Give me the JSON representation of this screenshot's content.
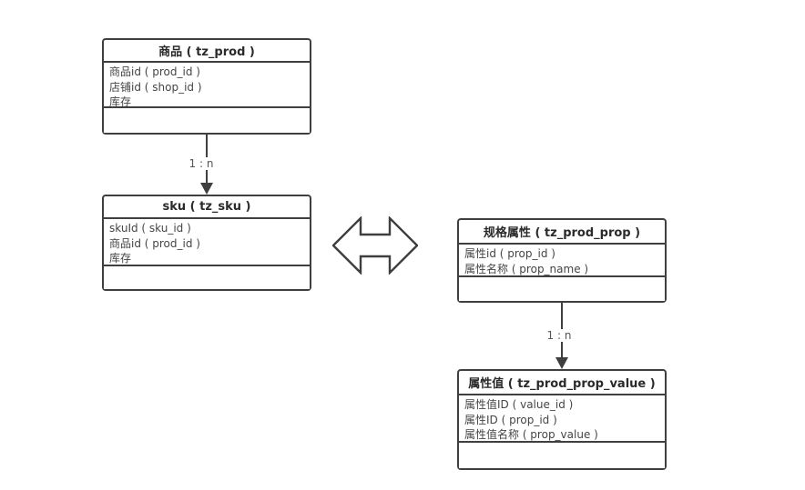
{
  "diagram": {
    "entities": [
      {
        "id": "prod",
        "title": "商品 ( tz_prod )",
        "fields": [
          "商品id ( prod_id )",
          "店铺id ( shop_id )",
          "库存"
        ]
      },
      {
        "id": "sku",
        "title": "sku ( tz_sku )",
        "fields": [
          "skuId ( sku_id )",
          "商品id ( prod_id )",
          "库存"
        ]
      },
      {
        "id": "prod_prop",
        "title": "规格属性 ( tz_prod_prop )",
        "fields": [
          "属性id ( prop_id )",
          "属性名称 ( prop_name )"
        ]
      },
      {
        "id": "prod_prop_value",
        "title": "属性值 ( tz_prod_prop_value )",
        "fields": [
          "属性值ID ( value_id )",
          "属性ID ( prop_id )",
          "属性值名称 ( prop_value )"
        ]
      }
    ],
    "connectors": [
      {
        "from": "商品 (tz_prod)",
        "to": "sku (tz_sku)",
        "label": "1 : n",
        "type": "arrow-down"
      },
      {
        "from": "规格属性 (tz_prod_prop)",
        "to": "属性值 (tz_prod_prop_value)",
        "label": "1 : n",
        "type": "arrow-down"
      },
      {
        "from": "sku (tz_sku)",
        "to": "规格属性 (tz_prod_prop)",
        "type": "double-headed-arrow"
      }
    ],
    "colors": {
      "border": "#3f3f3f",
      "header_text": "#2a2a2a",
      "field_text": "#454545",
      "label_text": "#555555",
      "background": "#ffffff"
    }
  }
}
